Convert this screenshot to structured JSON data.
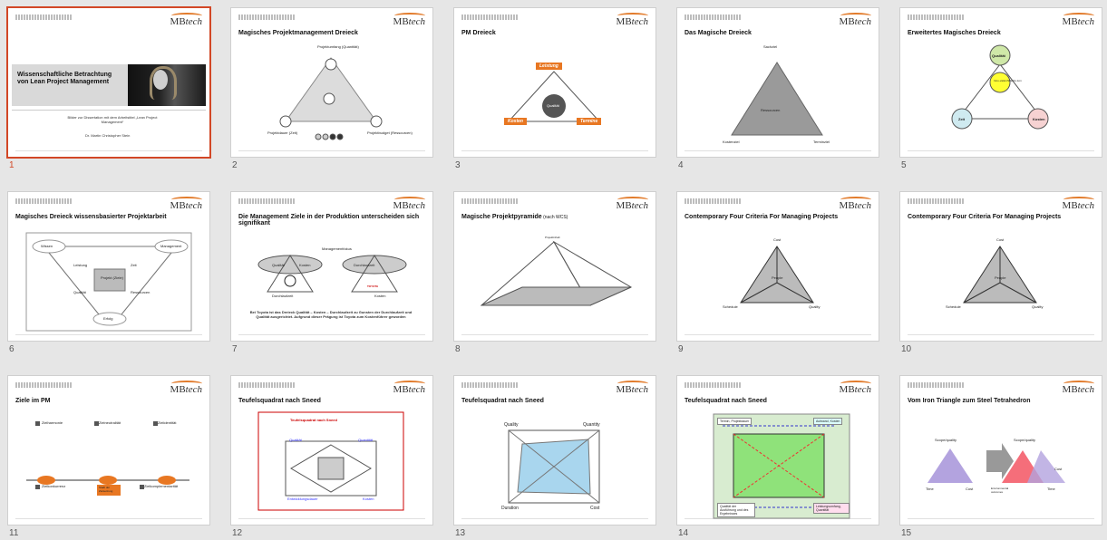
{
  "slides": [
    {
      "num": "1",
      "title": "Wissenschaftliche Betrachtung von Lean Project Management",
      "subtitle": "Bilder zur Dissertation mit dem Arbeitstitel „Lean Project Management“",
      "author": "Dr. Martin Christopher Stein",
      "selected": true
    },
    {
      "num": "2",
      "title": "Magisches Projektmanagement Dreieck",
      "labels": [
        "Projektumfang (Quantität)",
        "Projektdauer (Zeit)",
        "Projektbudget (Ressourcen)"
      ]
    },
    {
      "num": "3",
      "title": "PM Dreieck",
      "labels": [
        "Leistung",
        "Qualität",
        "Kosten",
        "Termine"
      ]
    },
    {
      "num": "4",
      "title": "Das Magische Dreieck",
      "labels": [
        "Sachziel",
        "Ressourcen",
        "Kostenziel",
        "Terminziel"
      ]
    },
    {
      "num": "5",
      "title": "Erweitertes Magisches Dreieck",
      "labels": [
        "Qualität",
        "Inno-vation/Wachs-tum",
        "Zeit",
        "Kosten"
      ]
    },
    {
      "num": "6",
      "title": "Magisches Dreieck wissensbasierter Projektarbeit",
      "labels": [
        "Wissen",
        "Management",
        "Leistung",
        "Zeit",
        "Projekt (Ziele)",
        "Qualität",
        "Ressourcen",
        "Erfolg"
      ]
    },
    {
      "num": "7",
      "title": "Die Management Ziele in der Produktion unterscheiden sich signifikant",
      "labels": [
        "Managementfokus",
        "Qualität",
        "Kosten",
        "Durchlaufzeit",
        "TOYOTA",
        "Durchlaufzeit",
        "Kosten"
      ],
      "caption": "Bei Toyota ist das Dreieck Qualität – Kosten – Durchlaufzeit zu Gunsten der Durchlaufzeit und Qualität ausgerichtet. Aufgrund dieser Prägung ist Toyota zum Kostenführer geworden"
    },
    {
      "num": "8",
      "title": "Magische Projektpyramide",
      "title_suffix": "(nach WCS)",
      "labels": [
        "Projektinhalt"
      ]
    },
    {
      "num": "9",
      "title": "Contemporary Four Criteria For Managing Projects",
      "labels": [
        "Cost",
        "People",
        "Schedule",
        "Quality"
      ]
    },
    {
      "num": "10",
      "title": "Contemporary Four Criteria For Managing Projects",
      "labels": [
        "Cost",
        "People",
        "Schedule",
        "Quality"
      ]
    },
    {
      "num": "11",
      "title": "Ziele im PM",
      "labels": [
        "Zielharmonie",
        "Zielneutralität",
        "Zielidentität",
        "Zielkonkurrenz",
        "Zielkomplementarität",
        "Stadt der Zielsetzung"
      ]
    },
    {
      "num": "12",
      "title": "Teufelsquadrat nach Sneed",
      "labels": [
        "Teufelsquadrat nach Sneed",
        "Qualität",
        "Quantität",
        "Entwicklungsdauer",
        "Kosten"
      ]
    },
    {
      "num": "13",
      "title": "Teufelsquadrat nach Sneed",
      "labels": [
        "Quality",
        "Quantity",
        "Duration",
        "Cost"
      ]
    },
    {
      "num": "14",
      "title": "Teufelsquadrat nach Sneed",
      "labels": [
        "Termin, Projektdauer",
        "Aufwand, Kosten",
        "Qualität der Ausführung und des Ergebnisses",
        "Leistungsumfang, Quantität"
      ]
    },
    {
      "num": "15",
      "title": "Vom Iron Triangle zum Steel Tetrahedron",
      "labels": [
        "Scope/quality",
        "Time",
        "Cost",
        "Scope/quality",
        "Cost",
        "Time",
        "Environmental outcomes"
      ]
    }
  ],
  "logo": {
    "text": "MBtech",
    "text_main": "MB",
    "text_italic": "tech"
  },
  "colors": {
    "selection": "#d24726",
    "orange": "#e87722",
    "grey": "#9a9a9a",
    "background": "#e6e6e6"
  }
}
